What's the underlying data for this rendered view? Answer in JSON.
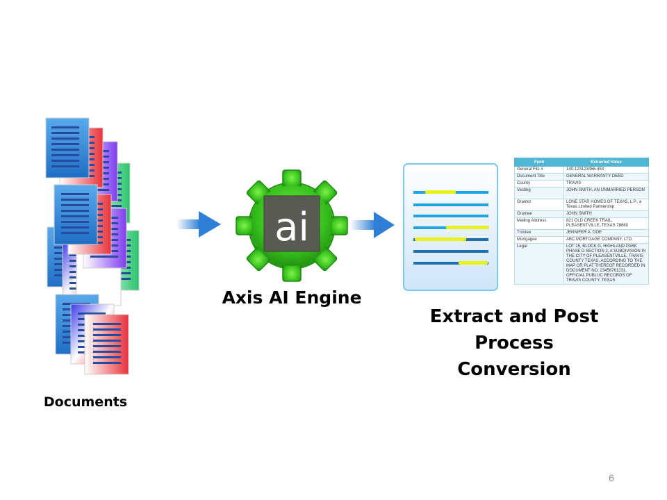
{
  "labels": {
    "documents": "Documents",
    "engine": "Axis AI Engine",
    "extract_line1": "Extract and Post",
    "extract_line2": "Process",
    "extract_line3": "Conversion",
    "engine_logo_text": "ai"
  },
  "page_number": "6",
  "table": {
    "headers": [
      "Field",
      "Extracted Value"
    ],
    "rows": [
      {
        "field": "General File #",
        "value": "140-123123456-453"
      },
      {
        "field": "Document Title",
        "value": "GENERAL WARRANTY DEED"
      },
      {
        "field": "County",
        "value": "TRAVIS"
      },
      {
        "field": "Vesting",
        "value": "JOHN SMITH, AN UNMARRIED PERSON"
      },
      {
        "field": "Grantor",
        "value": "LONE STAR HOMES OF TEXAS, L.P., a Texas Limited Partnership"
      },
      {
        "field": "Grantee",
        "value": "JOHN SMITH"
      },
      {
        "field": "Mailing Address",
        "value": "821 OLD CREEK TRAIL, PLEASENTVILLE, TEXAS 78660"
      },
      {
        "field": "Trustee",
        "value": "JENNIFER A. DOE"
      },
      {
        "field": "Mortgagee",
        "value": "ABC MORTGAGE COMPANY, LTD."
      },
      {
        "field": "Legal",
        "value": "LOT 15, BLOCK G, HIGHLAND PARK PHASE D SECTION 2, A SUBDIVISION IN THE CITY OF PLEASENTVILLE, TRAVIS COUNTY TEXAS, ACCORDING TO THE MAP OR PLAT THEREOF RECORDED IN DOCUMENT NO. 23456761231, OFFICIAL PUBLUC RECORDS OF TRAVIS COUNTY, TEXAS"
      }
    ]
  },
  "colors": {
    "arrow": "#4a8fd8",
    "gear": "#3fc61f",
    "logo_bg": "#5a5a55",
    "highlight": "#e8f21c",
    "line_blue": "#1fa6e0",
    "line_dark": "#1f6fb0"
  }
}
